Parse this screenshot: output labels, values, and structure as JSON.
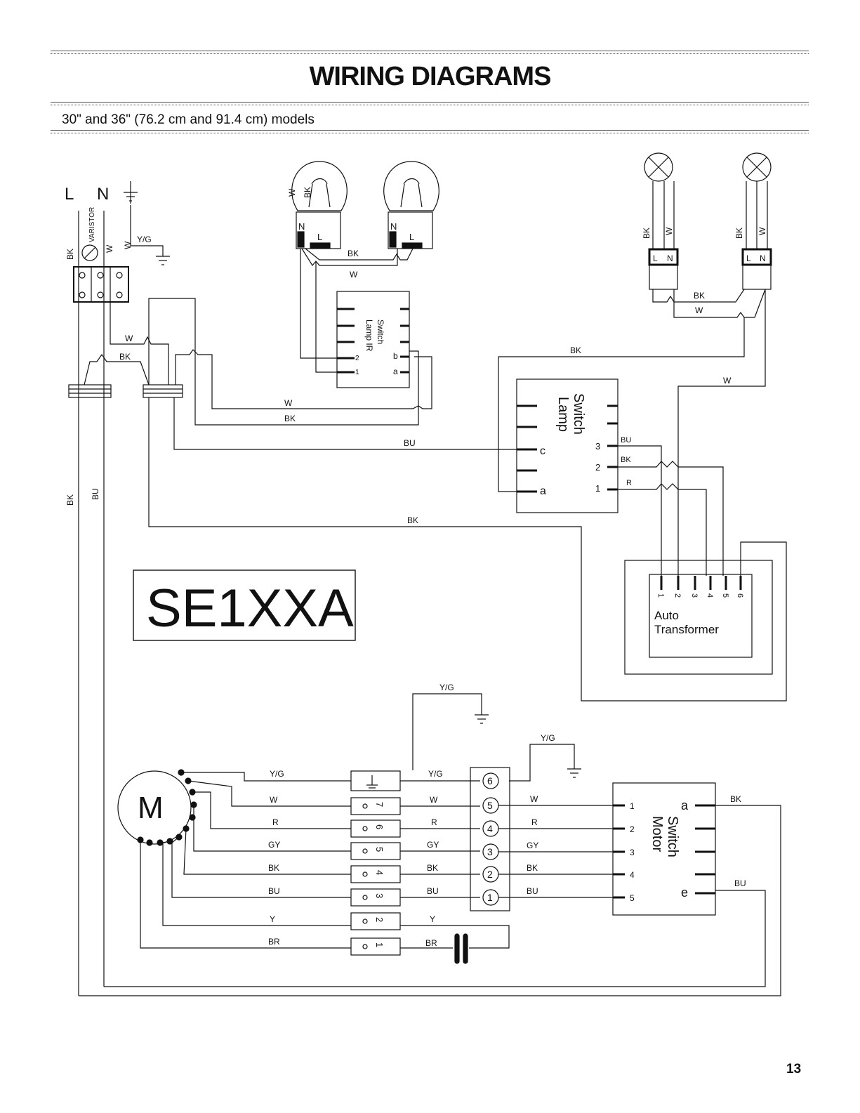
{
  "header": {
    "title": "WIRING DIAGRAMS",
    "subtitle": "30\" and 36\" (76.2 cm and 91.4 cm) models"
  },
  "footer": {
    "page_number": "13"
  },
  "diagram": {
    "model_label": "SE1XXA",
    "supply": {
      "line": "L",
      "neutral": "N"
    },
    "varistor_label": "VARISTOR",
    "wire_colors": {
      "black": "BK",
      "white": "W",
      "blue": "BU",
      "red": "R",
      "gray": "GY",
      "yellow": "Y",
      "brown": "BR",
      "yellow_green": "Y/G"
    },
    "lamp_socket_terminals": {
      "neutral": "N",
      "line": "L"
    },
    "lamp_switch_small": {
      "label": "Switch\nLamp IR",
      "line1": "Switch",
      "line2": "Lamp IR",
      "pins": [
        "2",
        "1",
        "b",
        "a"
      ]
    },
    "lamp_switch_main": {
      "line1": "Switch",
      "line2": "Lamp",
      "pins_left": [
        "c",
        "a"
      ],
      "pins_right": [
        "3",
        "2",
        "1"
      ]
    },
    "auto_transformer": {
      "line1": "Auto",
      "line2": "Transformer",
      "pins": [
        "1",
        "2",
        "3",
        "4",
        "5",
        "6"
      ]
    },
    "motor": {
      "symbol": "M"
    },
    "terminal_strip_pins": [
      "7",
      "6",
      "5",
      "4",
      "3",
      "2",
      "1"
    ],
    "connector_pins": [
      "6",
      "5",
      "4",
      "3",
      "2",
      "1"
    ],
    "motor_switch": {
      "line1": "Switch",
      "line2": "Motor",
      "pins_left": [
        "1",
        "2",
        "3",
        "4",
        "5"
      ],
      "pins_right": [
        "a",
        "e"
      ]
    }
  }
}
